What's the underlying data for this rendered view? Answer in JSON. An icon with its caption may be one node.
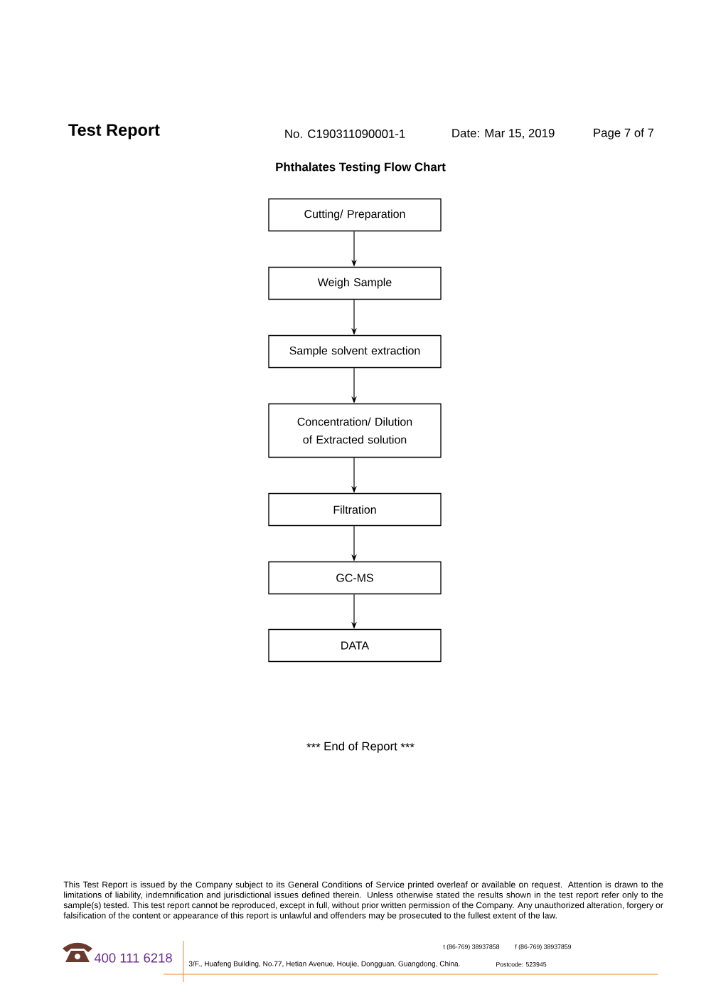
{
  "diagram": {
    "title": "Phthalates Testing Flow Chart",
    "nodes": [
      {
        "text": [
          "Cutting/ Preparation"
        ]
      },
      {
        "text": [
          "Weigh Sample"
        ]
      },
      {
        "text": [
          "Sample solvent extraction"
        ]
      },
      {
        "text": [
          "Concentration/ Dilution of Extracted solution"
        ]
      },
      {
        "text": [
          "Filtration"
        ]
      },
      {
        "text": [
          "GC-MS"
        ]
      },
      {
        "text": [
          "DATA"
        ]
      }
    ],
    "edges": [
      {
        "from": 0,
        "to": 1,
        "arrow": "to"
      },
      {
        "from": 1,
        "to": 2,
        "arrow": "to"
      },
      {
        "from": 2,
        "to": 3,
        "arrow": "to"
      },
      {
        "from": 3,
        "to": 4,
        "arrow": "to"
      },
      {
        "from": 4,
        "to": 5,
        "arrow": "to"
      },
      {
        "from": 5,
        "to": 6,
        "arrow": "to"
      }
    ],
    "labels": [
      "Test Report",
      "No.  C190311090001-1",
      "Date:  Mar  15,  2019",
      "Page 7 of 7",
      "***",
      "End of Report",
      "***",
      "This Test Report is issued by the Company subject to its General Conditions of Service printed overleaf or available on request. Attention is drawn to the limitations of liability, indemnification and jurisdictional issues defined therein. Unless otherwise stated the results shown in the test report refer only to the sample(s) tested. This test report cannot be reproduced, except in full, without prior written permission of the Company. Any unauthorized alteration, forgery or falsification of the content or appearance of this report is unlawful and offenders may be prosecuted to the fullest extent of the law.",
      "400 111 6218",
      "t (86-769) 38937858",
      "f (86-769) 38937859",
      "3/F., Huafeng Building, No.77, Hetian Avenue, Houjie, Dongguan, Guangdong, China.",
      "Postcode: 523945"
    ]
  }
}
